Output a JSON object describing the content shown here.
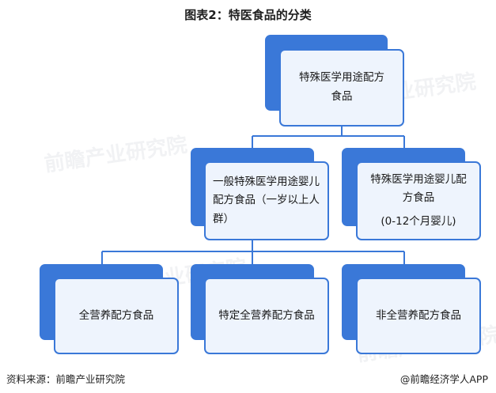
{
  "title": "图表2：特医食品的分类",
  "nodes": {
    "root": "特殊医学用途配方食品",
    "general": "一般特殊医学用途婴儿配方食品（一岁以上人群）",
    "infant_line1": "特殊医学用途婴儿配方食品",
    "infant_line2": "(0-12个月婴儿)",
    "full": "全营养配方食品",
    "specific": "特定全营养配方食品",
    "nonfull": "非全营养配方食品"
  },
  "footer": {
    "source": "资料来源：前瞻产业研究院",
    "brand": "@前瞻经济学人APP"
  },
  "colors": {
    "accent": "#3a78d8",
    "card_fill": "#eef4fd"
  }
}
